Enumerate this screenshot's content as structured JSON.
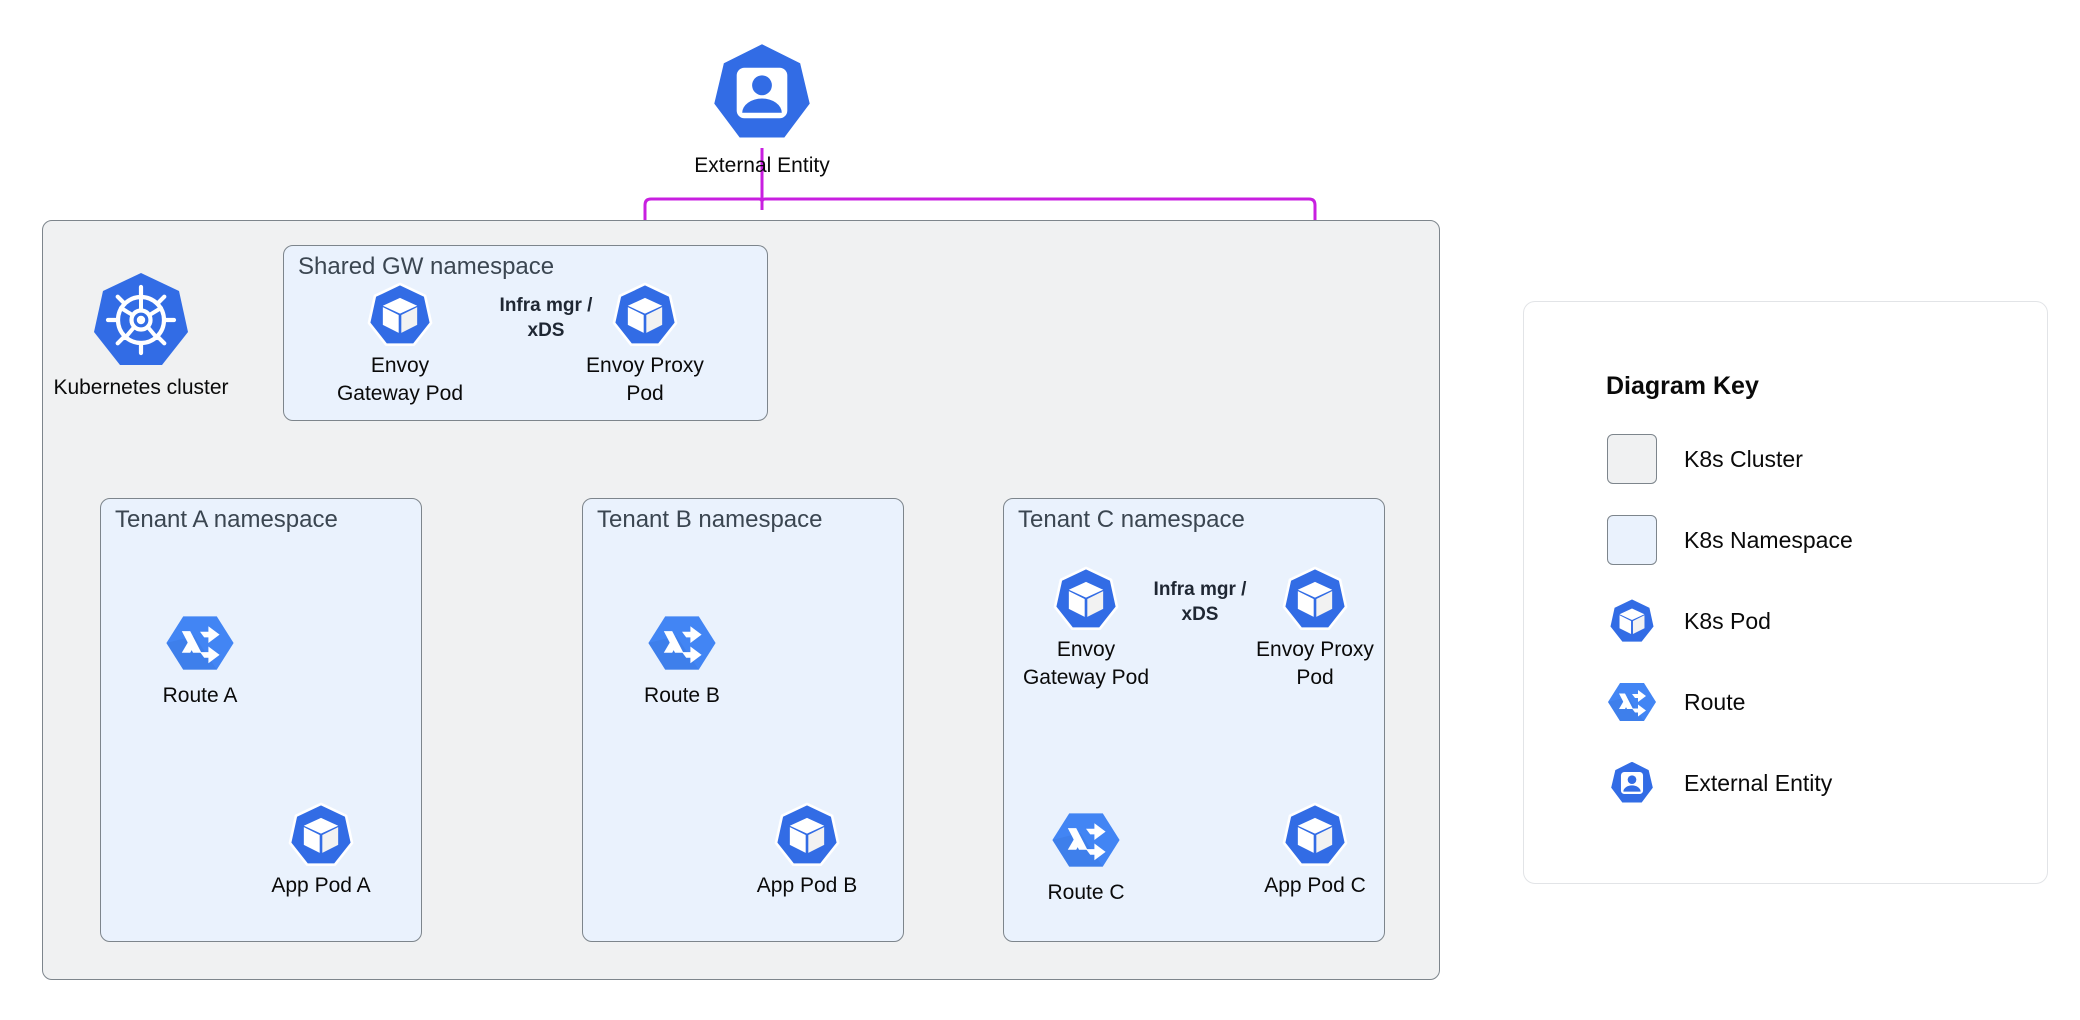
{
  "colors": {
    "k8s_blue": "#326CE5",
    "route_blue": "#4285F4",
    "cluster_fill": "#F0F1F2",
    "namespace_fill": "#EAF2FD",
    "border_gray": "#7D858C",
    "control_plane_green": "#0B7A5D",
    "data_plane_magenta": "#C81FE0",
    "arrow_dark": "#2B3442"
  },
  "external": {
    "label": "External Entity",
    "icon": "external-entity-icon"
  },
  "cluster": {
    "icon": "kubernetes-wheel-icon",
    "label": "Kubernetes cluster"
  },
  "namespaces": {
    "shared_gw": {
      "title": "Shared GW namespace",
      "nodes": {
        "gateway": {
          "label": "Envoy\nGateway Pod",
          "icon": "k8s-pod-icon"
        },
        "proxy": {
          "label": "Envoy Proxy\nPod",
          "icon": "k8s-pod-icon"
        }
      },
      "edge_label": "Infra mgr /\nxDS"
    },
    "tenant_a": {
      "title": "Tenant A namespace",
      "nodes": {
        "route": {
          "label": "Route A",
          "icon": "route-icon"
        },
        "app": {
          "label": "App Pod A",
          "icon": "k8s-pod-icon"
        }
      }
    },
    "tenant_b": {
      "title": "Tenant B namespace",
      "nodes": {
        "route": {
          "label": "Route B",
          "icon": "route-icon"
        },
        "app": {
          "label": "App Pod B",
          "icon": "k8s-pod-icon"
        }
      }
    },
    "tenant_c": {
      "title": "Tenant C namespace",
      "nodes": {
        "gateway": {
          "label": "Envoy\nGateway Pod",
          "icon": "k8s-pod-icon"
        },
        "proxy": {
          "label": "Envoy Proxy\nPod",
          "icon": "k8s-pod-icon"
        },
        "route": {
          "label": "Route C",
          "icon": "route-icon"
        },
        "app": {
          "label": "App Pod C",
          "icon": "k8s-pod-icon"
        }
      },
      "edge_label": "Infra mgr /\nxDS"
    }
  },
  "legend": {
    "title": "Diagram Key",
    "items": [
      {
        "label": "K8s Cluster",
        "icon": "cluster-swatch"
      },
      {
        "label": "K8s Namespace",
        "icon": "namespace-swatch"
      },
      {
        "label": "K8s Pod",
        "icon": "k8s-pod-icon"
      },
      {
        "label": "Route",
        "icon": "route-icon"
      },
      {
        "label": "External Entity",
        "icon": "external-entity-icon"
      }
    ]
  }
}
